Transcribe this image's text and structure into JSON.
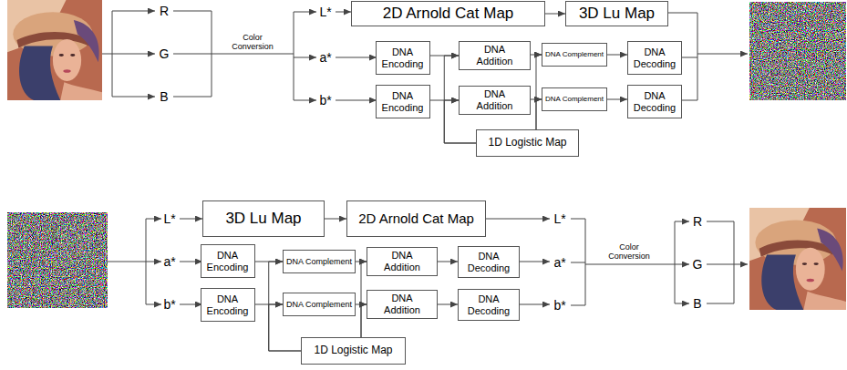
{
  "diagram": {
    "nodes": [
      {
        "text": [
          "2D Arnold Cat Map"
        ]
      },
      {
        "text": [
          "3D Lu Map"
        ]
      },
      {
        "text": [
          "DNA Encoding"
        ]
      },
      {
        "text": [
          "DNA Addition"
        ]
      },
      {
        "text": [
          "DNA Complement"
        ]
      },
      {
        "text": [
          "DNA Decoding"
        ]
      },
      {
        "text": [
          "DNA Encoding"
        ]
      },
      {
        "text": [
          "DNA Addition"
        ]
      },
      {
        "text": [
          "DNA Complement"
        ]
      },
      {
        "text": [
          "DNA Decoding"
        ]
      },
      {
        "text": [
          "1D Logistic Map"
        ]
      },
      {
        "text": [
          "3D Lu Map"
        ]
      },
      {
        "text": [
          "2D Arnold Cat Map"
        ]
      },
      {
        "text": [
          "DNA Encoding"
        ]
      },
      {
        "text": [
          "DNA Complement"
        ]
      },
      {
        "text": [
          "DNA Addition"
        ]
      },
      {
        "text": [
          "DNA Decoding"
        ]
      },
      {
        "text": [
          "DNA Encoding"
        ]
      },
      {
        "text": [
          "DNA Complement"
        ]
      },
      {
        "text": [
          "DNA Addition"
        ]
      },
      {
        "text": [
          "DNA Decoding"
        ]
      },
      {
        "text": [
          "1D Logistic Map"
        ]
      }
    ],
    "edges": [
      {
        "from": 0,
        "to": 1,
        "arrow": "to"
      },
      {
        "from": 2,
        "to": 3,
        "arrow": "to"
      },
      {
        "from": 3,
        "to": 4,
        "arrow": "to"
      },
      {
        "from": 4,
        "to": 5,
        "arrow": "to"
      },
      {
        "from": 6,
        "to": 7,
        "arrow": "to"
      },
      {
        "from": 7,
        "to": 8,
        "arrow": "to"
      },
      {
        "from": 8,
        "to": 9,
        "arrow": "to"
      },
      {
        "from": 10,
        "to": 3,
        "arrow": "to"
      },
      {
        "from": 10,
        "to": 7,
        "arrow": "to"
      },
      {
        "from": 10,
        "to": 4,
        "arrow": "to"
      },
      {
        "from": 10,
        "to": 8,
        "arrow": "to"
      },
      {
        "from": 11,
        "to": 12,
        "arrow": "to"
      },
      {
        "from": 13,
        "to": 14,
        "arrow": "to"
      },
      {
        "from": 14,
        "to": 15,
        "arrow": "to"
      },
      {
        "from": 15,
        "to": 16,
        "arrow": "to"
      },
      {
        "from": 17,
        "to": 18,
        "arrow": "to"
      },
      {
        "from": 18,
        "to": 19,
        "arrow": "to"
      },
      {
        "from": 19,
        "to": 20,
        "arrow": "to"
      },
      {
        "from": 21,
        "to": 14,
        "arrow": "to"
      },
      {
        "from": 21,
        "to": 18,
        "arrow": "to"
      },
      {
        "from": 21,
        "to": 15,
        "arrow": "to"
      },
      {
        "from": 21,
        "to": 19,
        "arrow": "to"
      }
    ],
    "labels": [
      "R",
      "G",
      "B",
      "Color Conversion",
      "L*",
      "a*",
      "b*",
      "L*",
      "a*",
      "b*",
      "L*",
      "a*",
      "b*",
      "Color Conversion",
      "R",
      "G",
      "B"
    ]
  }
}
